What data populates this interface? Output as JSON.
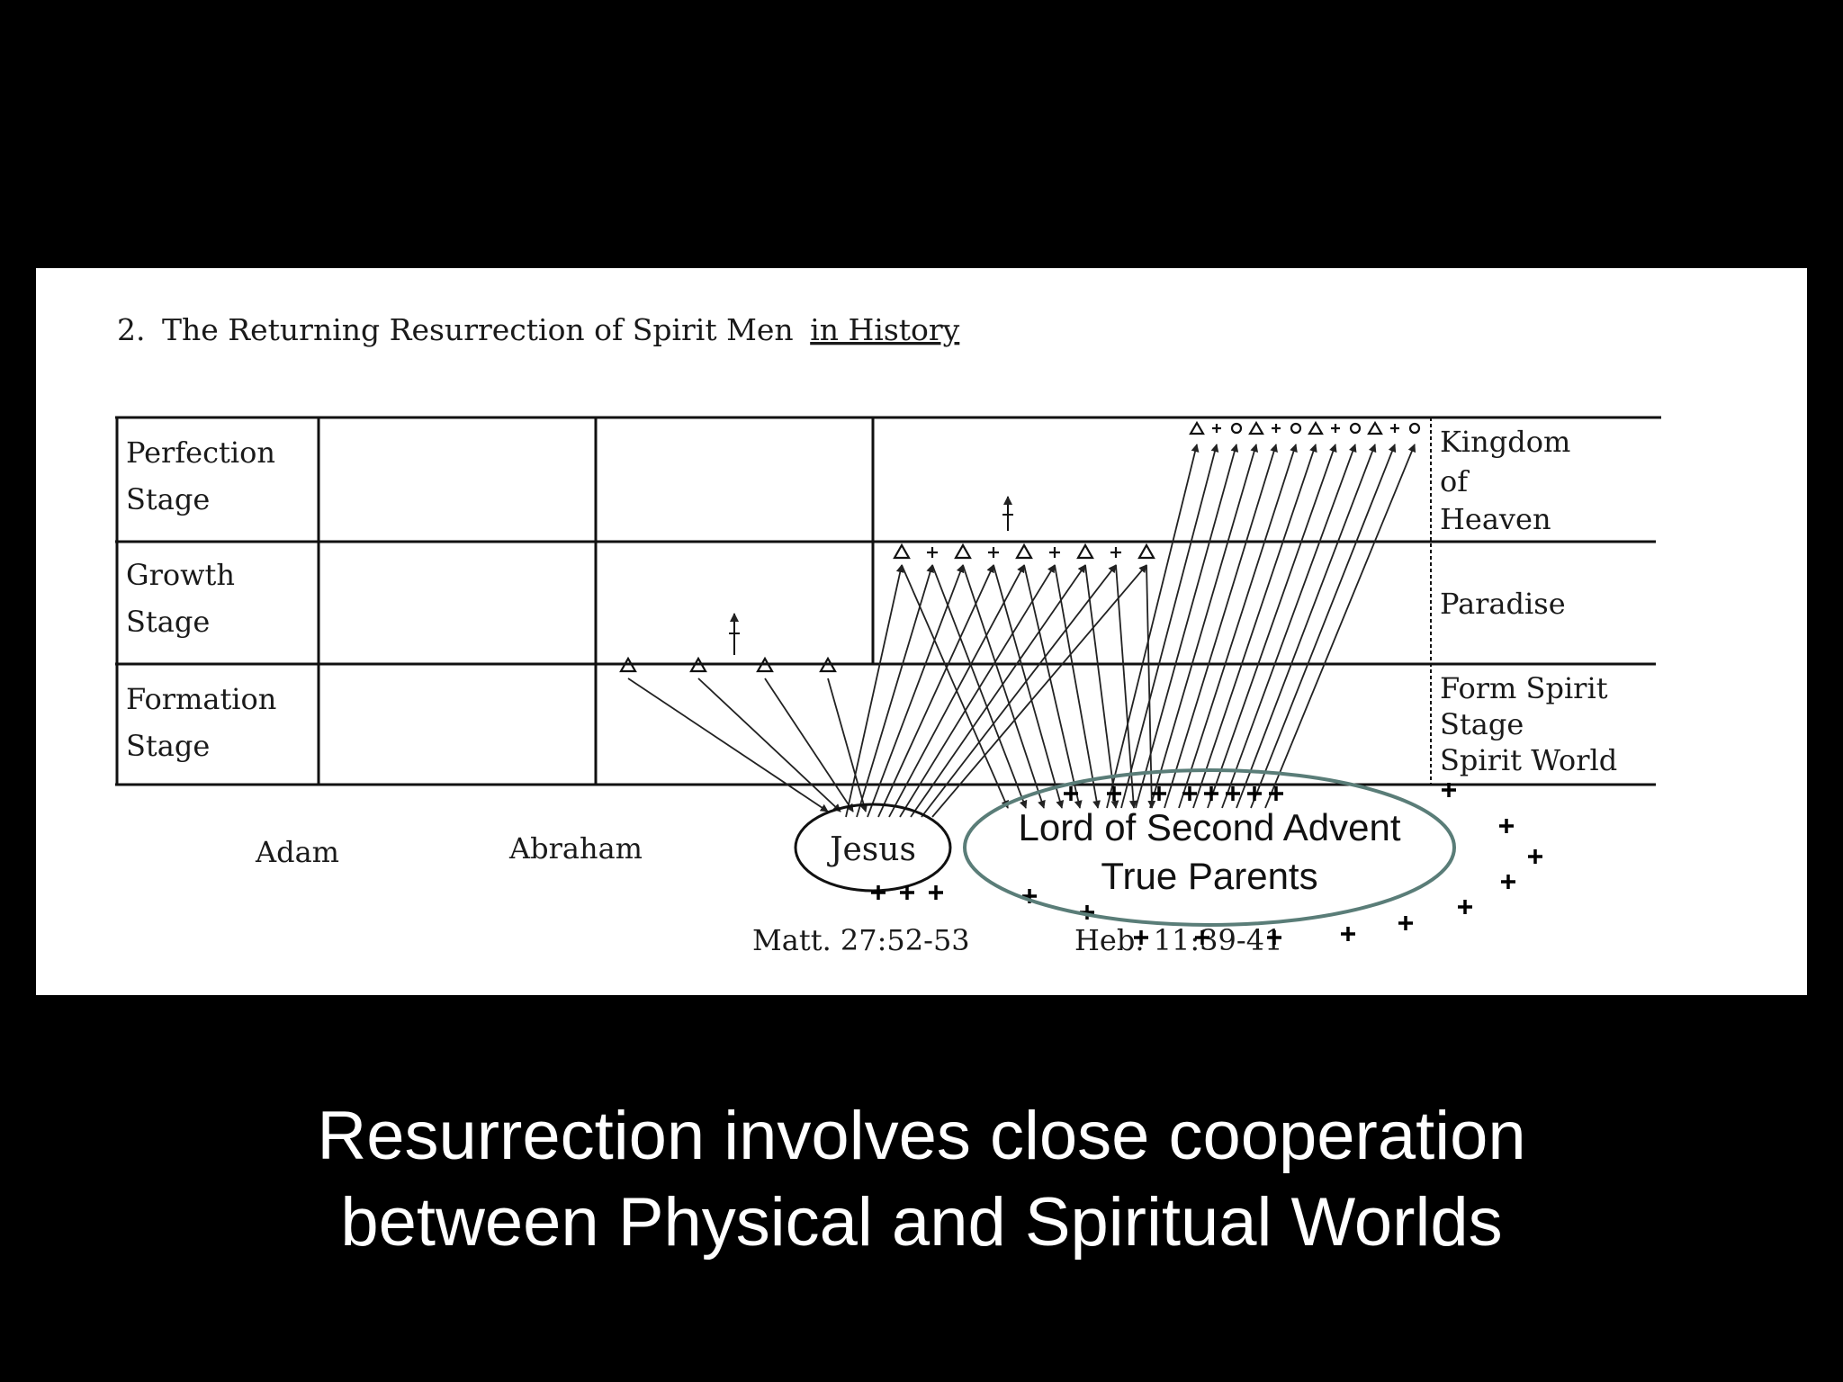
{
  "title": {
    "number": "2.",
    "text": "The Returning Resurrection of Spirit Men",
    "underlined": "in History"
  },
  "stages": [
    {
      "line1": "Perfection",
      "line2": "Stage"
    },
    {
      "line1": "Growth",
      "line2": "Stage"
    },
    {
      "line1": "Formation",
      "line2": "Stage"
    }
  ],
  "realms": [
    {
      "lines": [
        "Kingdom",
        "of",
        "Heaven"
      ]
    },
    {
      "lines": [
        "Paradise"
      ]
    },
    {
      "lines": [
        "Form Spirit",
        "Stage",
        "Spirit World"
      ]
    }
  ],
  "figures": {
    "adam": "Adam",
    "abraham": "Abraham",
    "jesus": "Jesus"
  },
  "references": {
    "matthew": "Matt. 27:52-53",
    "hebrews": "Heb. 11:39-41"
  },
  "advent": {
    "line1": "Lord of Second Advent",
    "line2": "True Parents"
  },
  "colors": {
    "background": "#000000",
    "panel": "#ffffff",
    "ellipse": "#5a7d78",
    "caption": "#ffffff"
  },
  "caption": {
    "line1": "Resurrection involves close cooperation",
    "line2": "between Physical and Spiritual Worlds"
  }
}
